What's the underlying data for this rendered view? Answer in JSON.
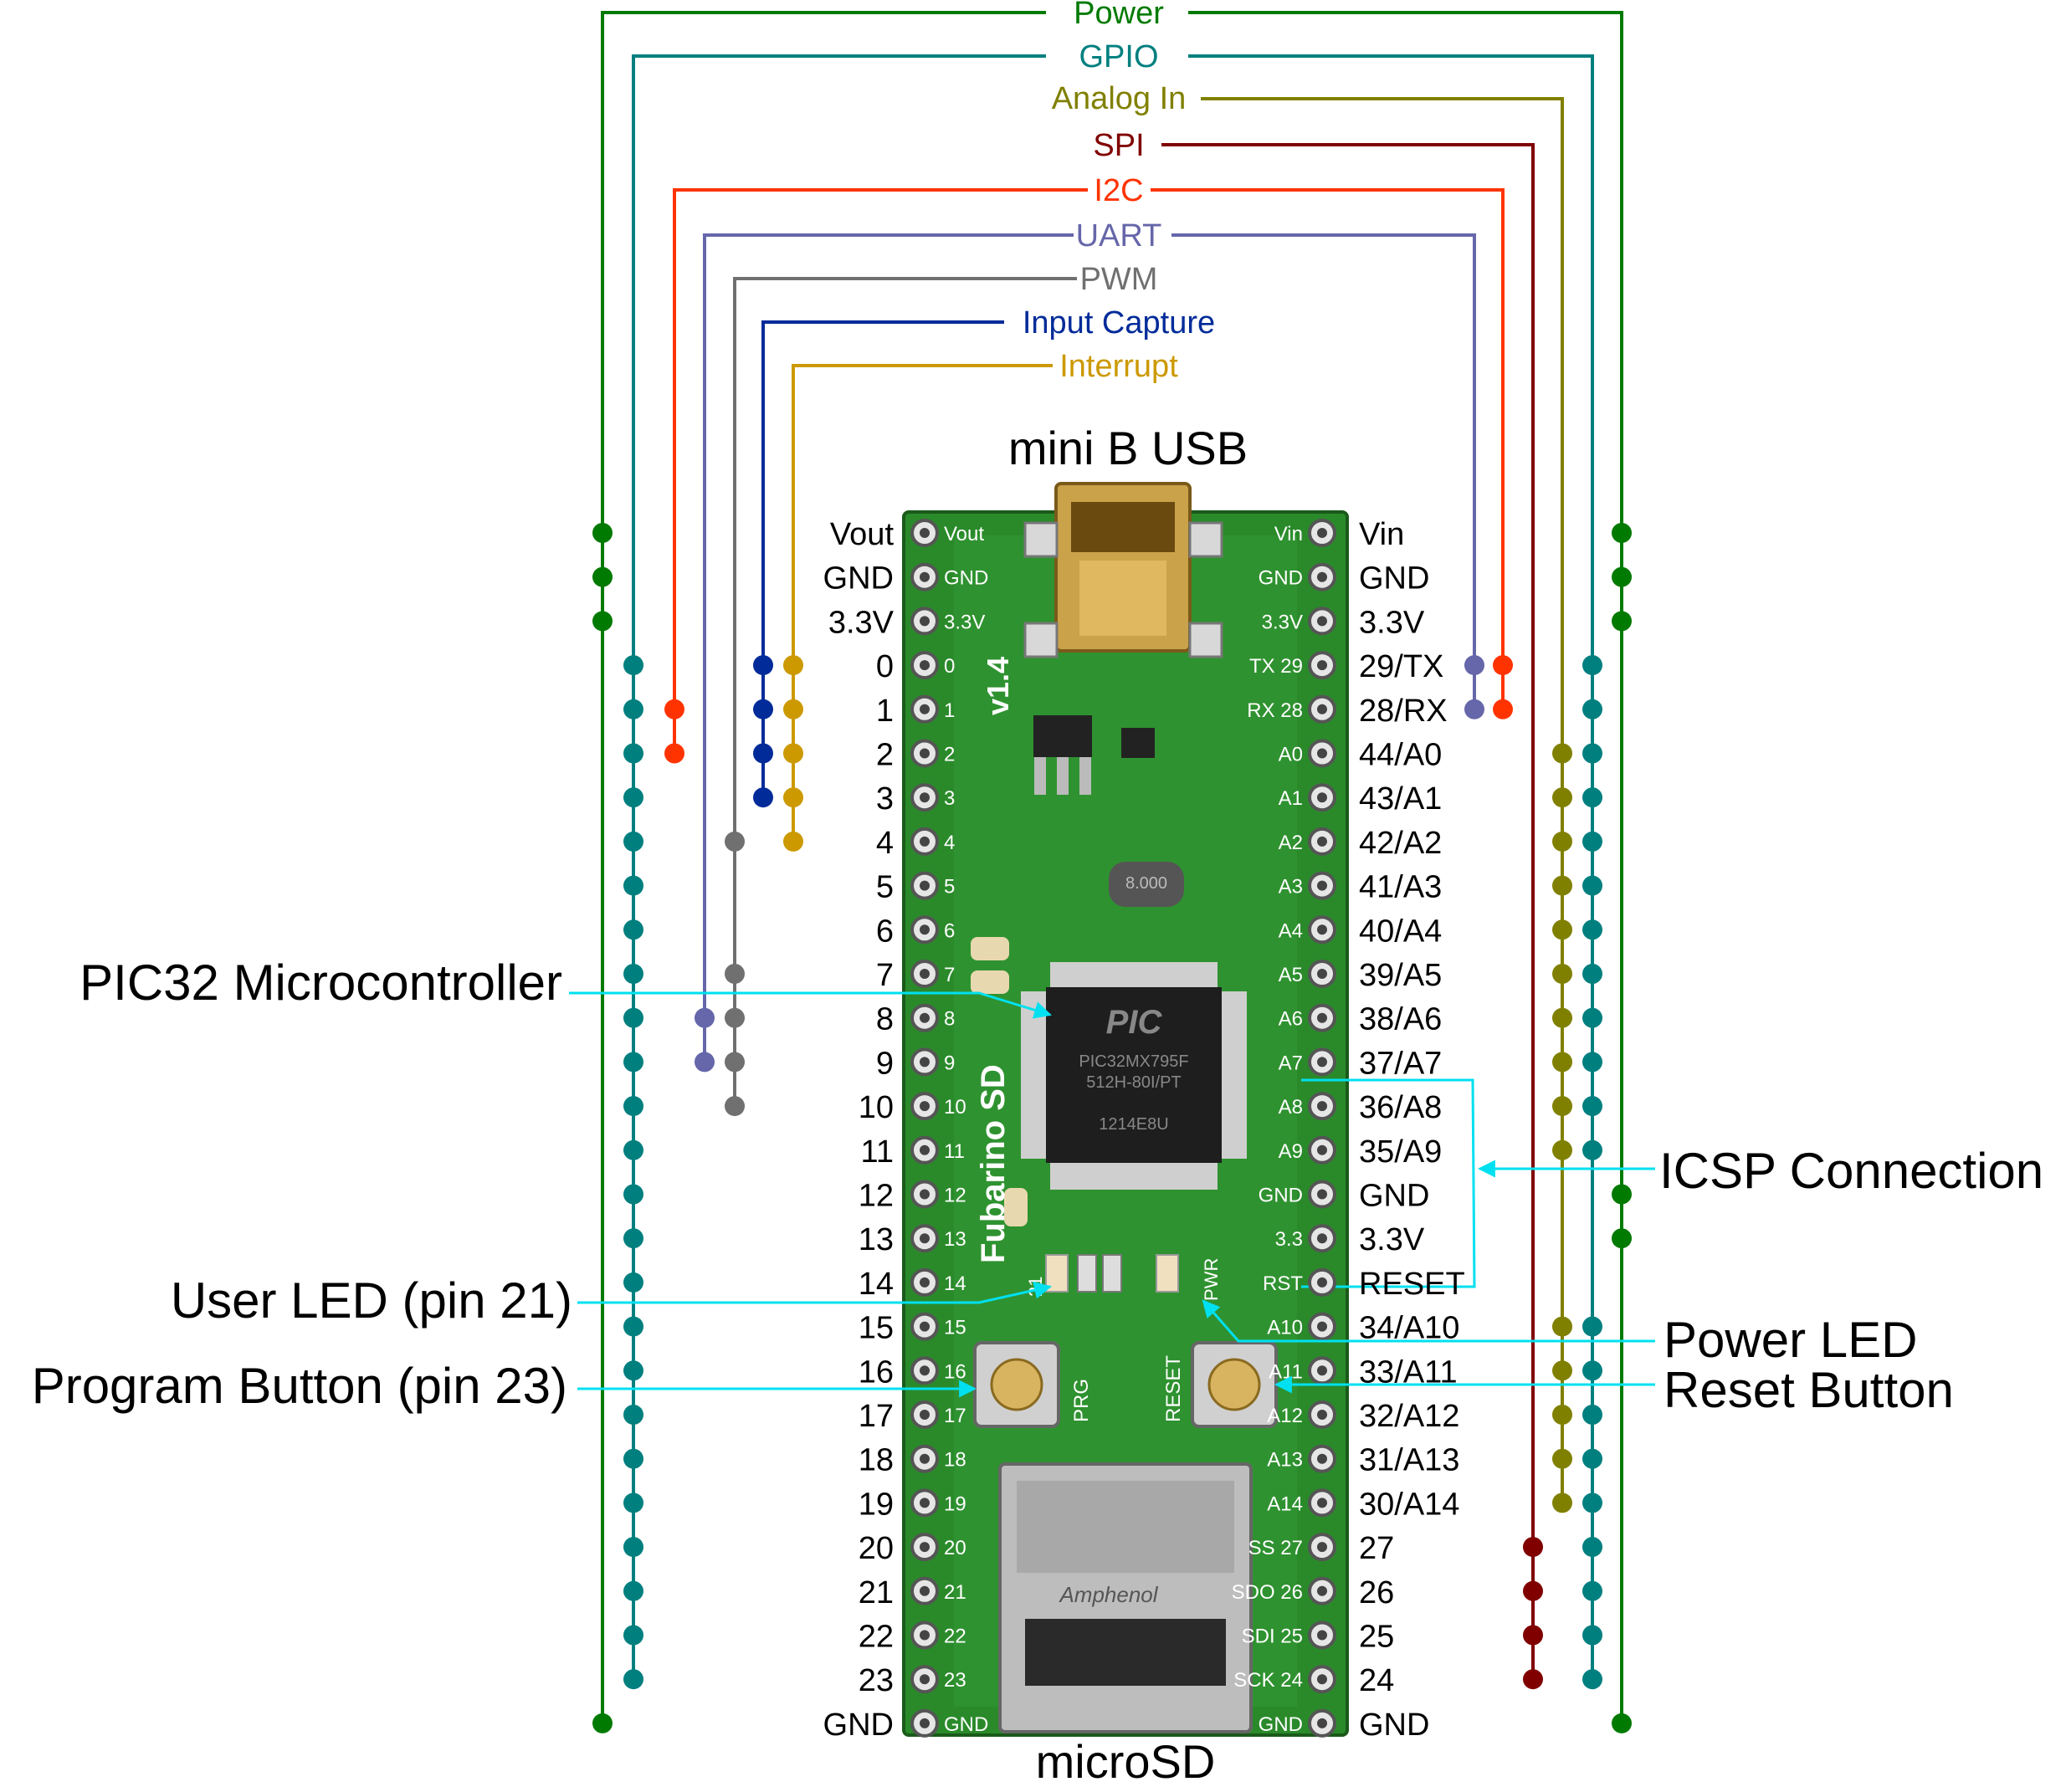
{
  "title": "mini B USB",
  "bottom_label": "microSD",
  "colors": {
    "power": "#007a00",
    "gpio": "#007f7f",
    "analog": "#808000",
    "spi": "#800000",
    "i2c": "#ff3300",
    "uart": "#6666aa",
    "pwm": "#707070",
    "input_capture": "#002b99",
    "interrupt": "#cc9900",
    "callout": "#00e0f0",
    "board": "#2a8a2a"
  },
  "legend": [
    {
      "key": "power",
      "label": "Power"
    },
    {
      "key": "gpio",
      "label": "GPIO"
    },
    {
      "key": "analog",
      "label": "Analog In"
    },
    {
      "key": "spi",
      "label": "SPI"
    },
    {
      "key": "i2c",
      "label": "I2C"
    },
    {
      "key": "uart",
      "label": "UART"
    },
    {
      "key": "pwm",
      "label": "PWM"
    },
    {
      "key": "input_capture",
      "label": "Input Capture"
    },
    {
      "key": "interrupt",
      "label": "Interrupt"
    }
  ],
  "left_pins": [
    "Vout",
    "GND",
    "3.3V",
    "0",
    "1",
    "2",
    "3",
    "4",
    "5",
    "6",
    "7",
    "8",
    "9",
    "10",
    "11",
    "12",
    "13",
    "14",
    "15",
    "16",
    "17",
    "18",
    "19",
    "20",
    "21",
    "22",
    "23",
    "GND"
  ],
  "right_pins": [
    "Vin",
    "GND",
    "3.3V",
    "29/TX",
    "28/RX",
    "44/A0",
    "43/A1",
    "42/A2",
    "41/A3",
    "40/A4",
    "39/A5",
    "38/A6",
    "37/A7",
    "36/A8",
    "35/A9",
    "GND",
    "3.3V",
    "RESET",
    "34/A10",
    "33/A11",
    "32/A12",
    "31/A13",
    "30/A14",
    "27",
    "26",
    "25",
    "24",
    "GND"
  ],
  "board_left_silk": [
    "Vout",
    "GND",
    "3.3V",
    "0",
    "1",
    "2",
    "3",
    "4",
    "5",
    "6",
    "7",
    "8",
    "9",
    "10",
    "11",
    "12",
    "13",
    "14",
    "15",
    "16",
    "17",
    "18",
    "19",
    "20",
    "21",
    "22",
    "23",
    "GND"
  ],
  "board_right_silk": [
    "Vin",
    "GND",
    "3.3V",
    "TX 29",
    "RX 28",
    "A0",
    "A1",
    "A2",
    "A3",
    "A4",
    "A5",
    "A6",
    "A7",
    "A8",
    "A9",
    "GND",
    "3.3",
    "RST",
    "A10",
    "A11",
    "A12",
    "A13",
    "A14",
    "SS 27",
    "SDO 26",
    "SDI 25",
    "SCK 24",
    "GND"
  ],
  "board": {
    "name": "Fubarino SD",
    "version": "v1.4",
    "chip_brand": "PIC",
    "chip_line1": "PIC32MX795F",
    "chip_line2": "512H-80I/PT",
    "chip_line3": "1214E8U",
    "crystal": "8.000",
    "label_21": "21",
    "label_pwr": "PWR",
    "label_prg": "PRG",
    "label_reset": "RESET",
    "sd_brand": "Amphenol"
  },
  "callouts": {
    "pic32": "PIC32 Microcontroller",
    "user_led": "User LED (pin 21)",
    "program_button": "Program Button (pin 23)",
    "icsp": "ICSP Connection",
    "power_led": "Power LED",
    "reset_button": "Reset Button"
  }
}
